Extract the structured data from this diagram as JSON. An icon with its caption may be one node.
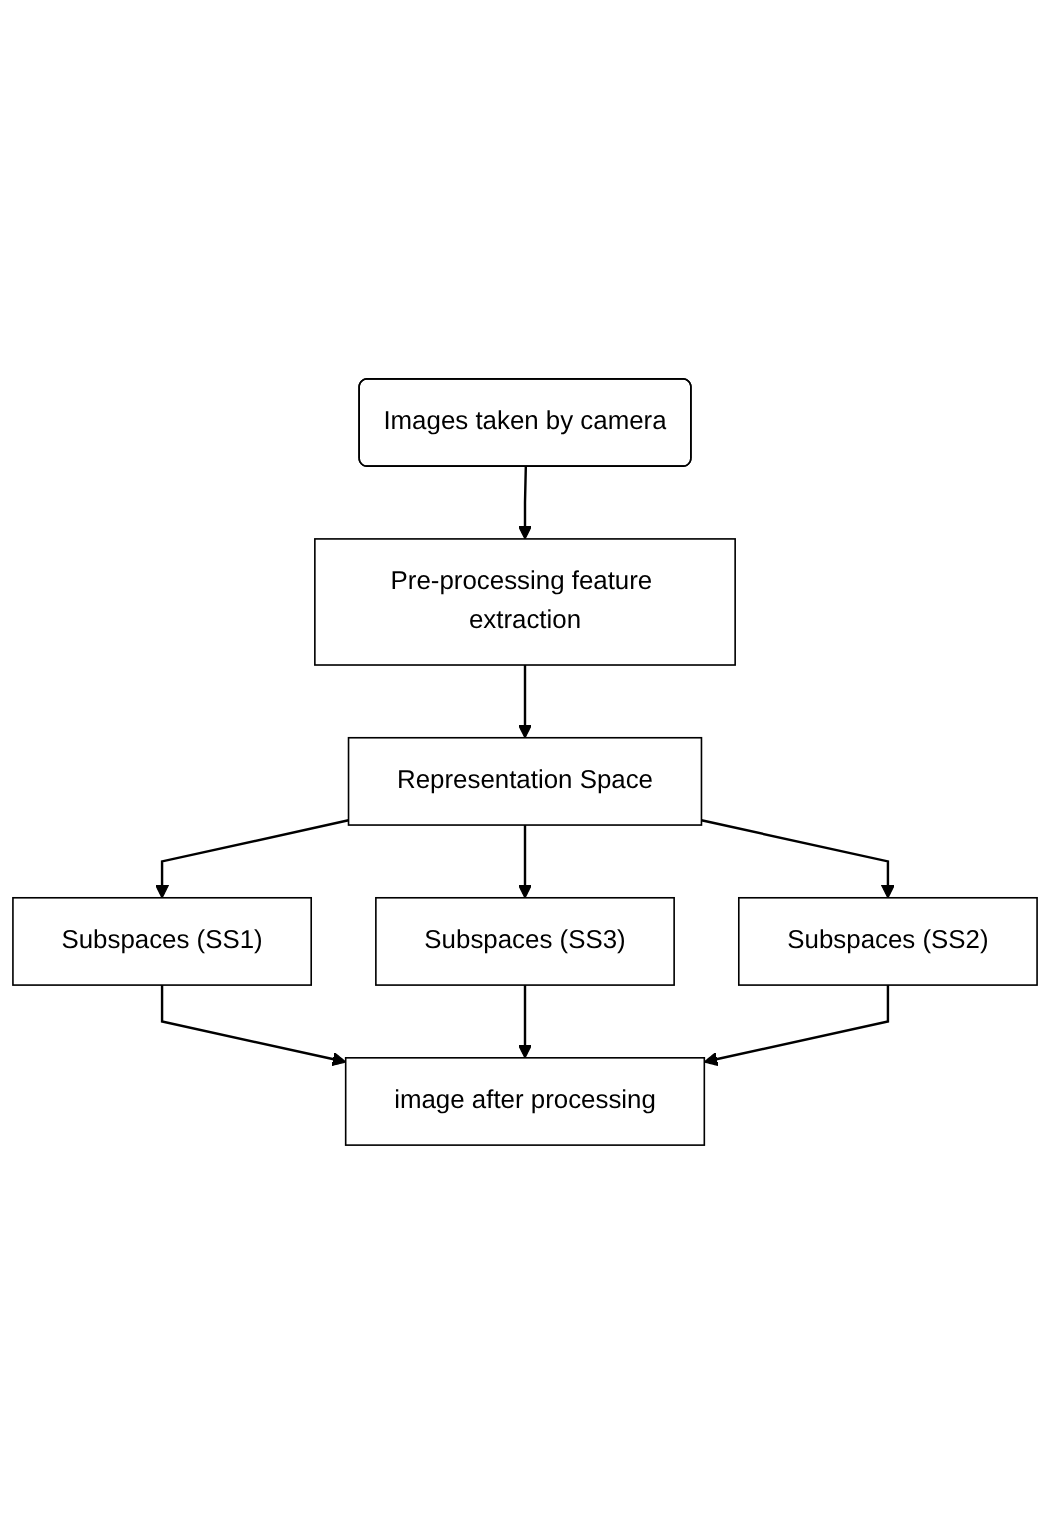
{
  "diagram": {
    "nodes": [
      {
        "text": [
          "Images taken by camera"
        ]
      },
      {
        "text": [
          "Pre-processing feature extraction"
        ]
      },
      {
        "text": [
          "Representation Space"
        ]
      },
      {
        "text": [
          "Subspaces (SS1)"
        ]
      },
      {
        "text": [
          "Subspaces (SS2)"
        ]
      },
      {
        "text": [
          "Subspaces (SS3)"
        ]
      },
      {
        "text": [
          "image after processing"
        ]
      }
    ],
    "edges": [
      {
        "from": 0,
        "to": 1,
        "arrow": "to"
      },
      {
        "from": 1,
        "to": 2,
        "arrow": "to"
      },
      {
        "from": 2,
        "to": 3,
        "arrow": "to"
      },
      {
        "from": 2,
        "to": 5,
        "arrow": "to"
      },
      {
        "from": 2,
        "to": 4,
        "arrow": "to"
      },
      {
        "from": 3,
        "to": 6,
        "arrow": "to"
      },
      {
        "from": 5,
        "to": 6,
        "arrow": "to"
      },
      {
        "from": 4,
        "to": 6,
        "arrow": "to"
      }
    ]
  }
}
